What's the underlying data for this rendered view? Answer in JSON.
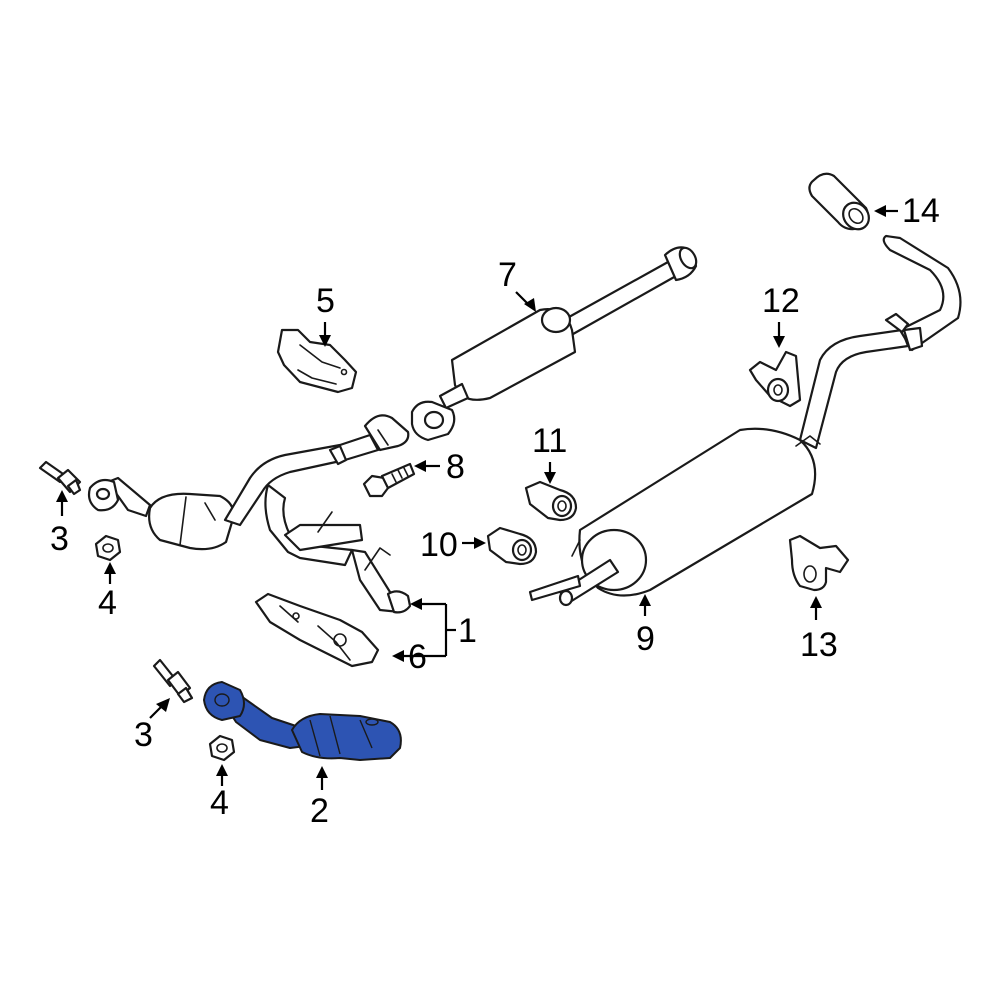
{
  "callouts": {
    "c1": "1",
    "c2": "2",
    "c3a": "3",
    "c3b": "3",
    "c4a": "4",
    "c4b": "4",
    "c5": "5",
    "c6": "6",
    "c7": "7",
    "c8": "8",
    "c9": "9",
    "c10": "10",
    "c11": "11",
    "c12": "12",
    "c13": "13",
    "c14": "14"
  },
  "colors": {
    "highlight": "#2d54b3",
    "line": "#1a1a1a",
    "background": "#ffffff"
  },
  "highlighted_part": "2"
}
